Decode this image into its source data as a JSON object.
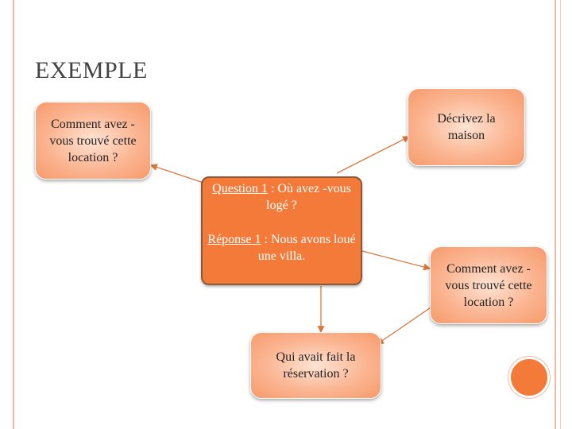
{
  "slide": {
    "title": "EXEMPLE"
  },
  "center_node": {
    "question_label": "Question 1",
    "question_text": " : Où avez -vous logé ?",
    "answer_label": "Réponse 1",
    "answer_text": " : Nous avons loué une villa."
  },
  "nodes": {
    "top_left": "Comment avez -vous trouvé cette location ?",
    "top_right": "Décrivez la maison",
    "right": "Comment avez -vous trouvé cette location ?",
    "bottom": "Qui avait fait la réservation ?"
  },
  "colors": {
    "center_fill": "#f47a3a",
    "node_fill": "#fbb592",
    "connector": "#d9773f",
    "frame": "#f2b9a2"
  }
}
